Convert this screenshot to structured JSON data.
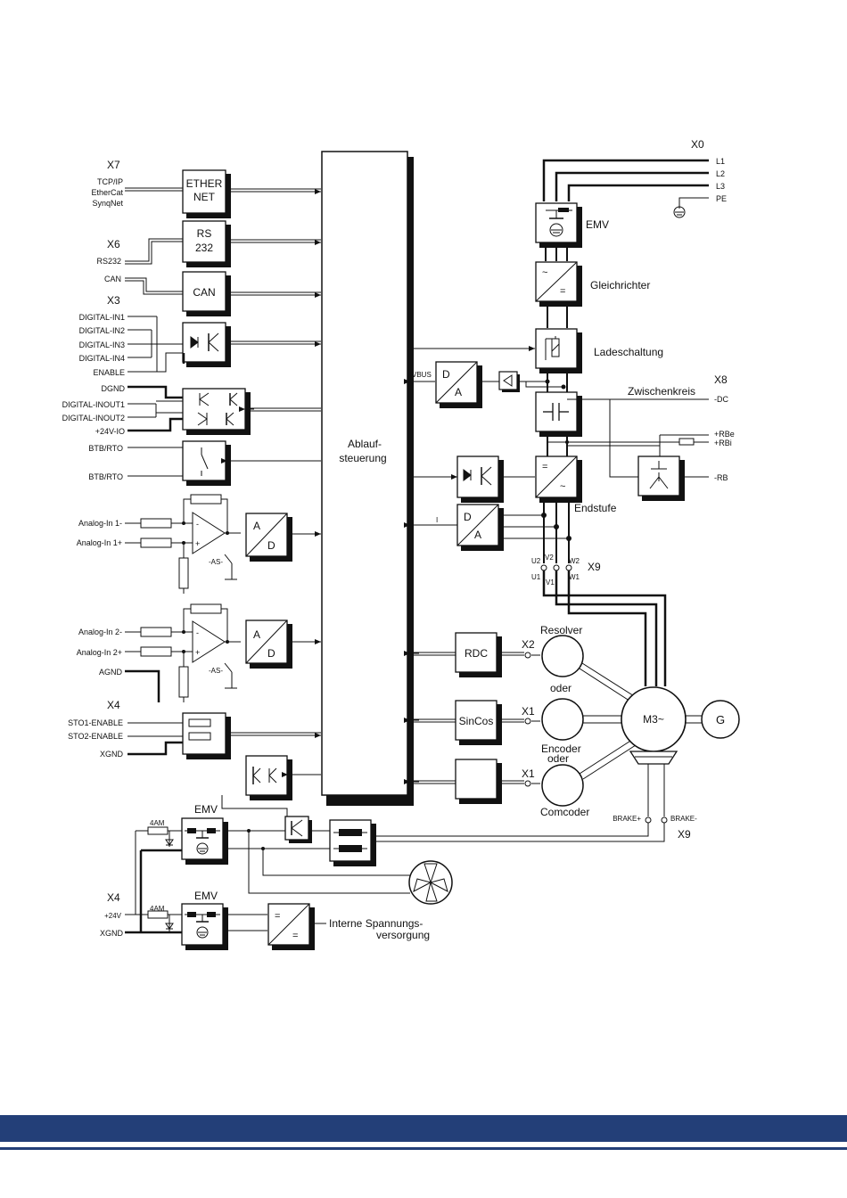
{
  "connectors": {
    "x7": "X7",
    "x6": "X6",
    "x3": "X3",
    "x4_top": "X4",
    "x4_bottom": "X4",
    "x0": "X0",
    "x8": "X8",
    "x9_top": "X9",
    "x9_bottom": "X9",
    "x2": "X2",
    "x1_encoder": "X1",
    "x1_comcoder": "X1"
  },
  "signals": {
    "tcpip": "TCP/IP",
    "ethercat": "EtherCat",
    "synqnet": "SynqNet",
    "rs232": "RS232",
    "can": "CAN",
    "din1": "DIGITAL-IN1",
    "din2": "DIGITAL-IN2",
    "din3": "DIGITAL-IN3",
    "din4": "DIGITAL-IN4",
    "enable": "ENABLE",
    "dgnd": "DGND",
    "dinout1": "DIGITAL-INOUT1",
    "dinout2": "DIGITAL-INOUT2",
    "v24io": "+24V-IO",
    "btb1": "BTB/RTO",
    "btb2": "BTB/RTO",
    "ain1m": "Analog-In 1-",
    "ain1p": "Analog-In 1+",
    "ain2m": "Analog-In 2-",
    "ain2p": "Analog-In 2+",
    "agnd": "AGND",
    "sto1": "STO1-ENABLE",
    "sto2": "STO2-ENABLE",
    "xgnd1": "XGND",
    "v24": "+24V",
    "xgnd2": "XGND",
    "l1": "L1",
    "l2": "L2",
    "l3": "L3",
    "pe": "PE",
    "dc": "-DC",
    "rbe": "+RBe",
    "rbi": "+RBi",
    "rb": "-RB",
    "u2": "U2",
    "v2": "V2",
    "w2": "W2",
    "u1": "U1",
    "v1": "V1",
    "w1": "W1",
    "brake_p": "BRAKE+",
    "brake_m": "BRAKE-",
    "vbus": "VBUS",
    "i": "I",
    "as1": "-AS-",
    "as2": "-AS-",
    "fuse1": "4AM",
    "fuse2": "4AM"
  },
  "blocks": {
    "ethernet_l1": "ETHER",
    "ethernet_l2": "NET",
    "rs232_l1": "RS",
    "rs232_l2": "232",
    "can": "CAN",
    "ablauf_l1": "Ablauf-",
    "ablauf_l2": "steuerung",
    "ad_a": "A",
    "ad_d": "D",
    "ad2_a": "A",
    "ad2_d": "D",
    "da_d": "D",
    "da_a": "A",
    "da2_d": "D",
    "da2_a": "A",
    "rdc": "RDC",
    "sincos": "SinCos",
    "emv_top": "EMV",
    "gleichrichter": "Gleichrichter",
    "ladeschaltung": "Ladeschaltung",
    "zwischenkreis": "Zwischenkreis",
    "endstufe": "Endstufe",
    "resolver": "Resolver",
    "oder1": "oder",
    "encoder": "Encoder",
    "oder2": "oder",
    "comcoder": "Comcoder",
    "motor": "M3~",
    "generator": "G",
    "emv_mid": "EMV",
    "emv_bot": "EMV",
    "interne_l1": "Interne Spannungs-",
    "interne_l2": "versorgung",
    "rect_sym1": "~",
    "rect_sym2": "=",
    "inv_sym1": "=",
    "inv_sym2": "~",
    "ps_sym1": "=",
    "ps_sym2": "="
  }
}
